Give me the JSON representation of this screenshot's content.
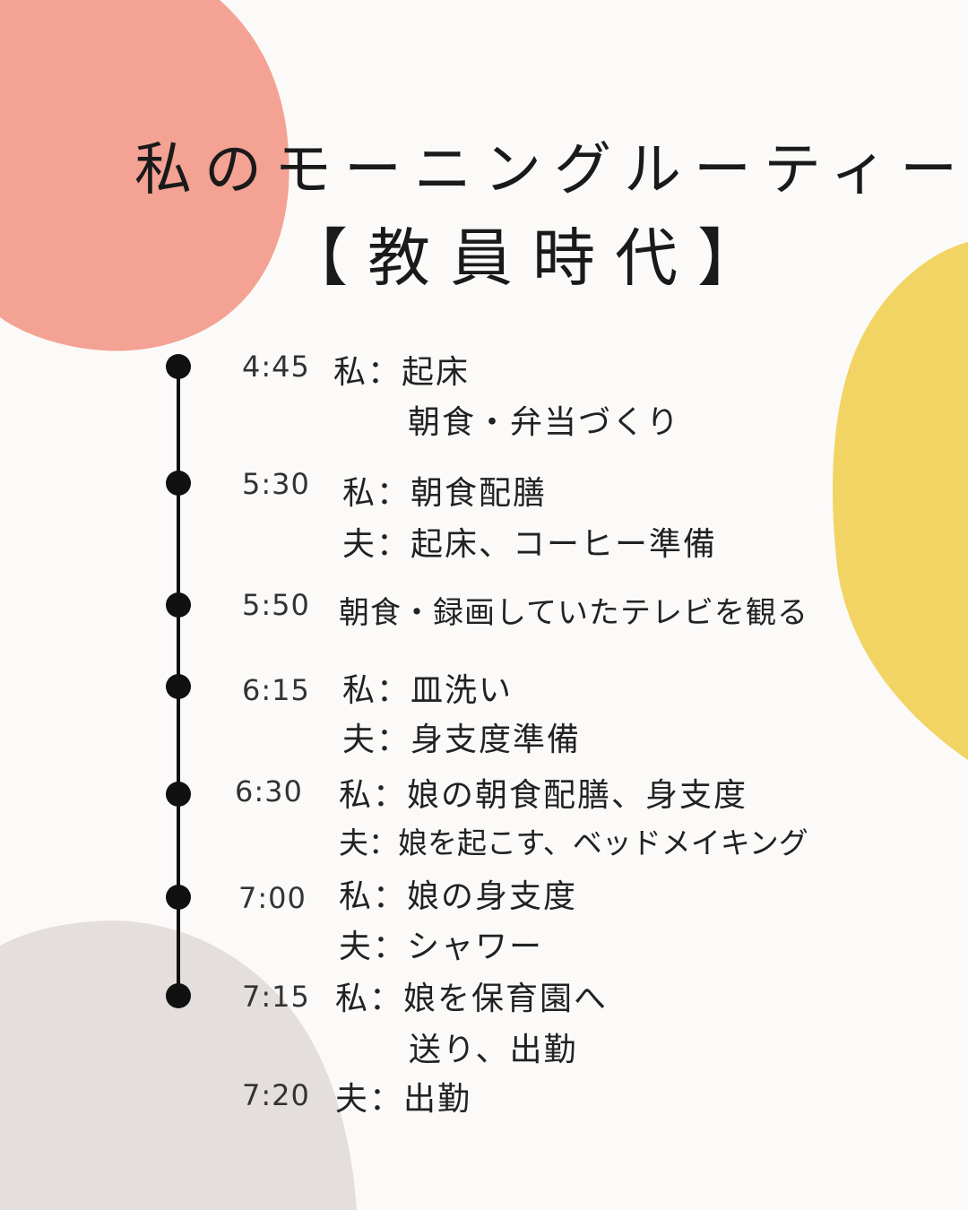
{
  "colors": {
    "background": "#fbfaf8",
    "coral_blob": "#f3a293",
    "yellow_blob": "#f1d463",
    "gray_blob": "#e4dedd",
    "timeline": "#111111"
  },
  "title": "私のモーニングルーティーン",
  "subtitle": "【教員時代】",
  "schedule": [
    {
      "time": "4:45",
      "lines": [
        "私：起床",
        "朝食・弁当づくり"
      ]
    },
    {
      "time": "5:30",
      "lines": [
        "私：朝食配膳",
        "夫：起床、コーヒー準備"
      ]
    },
    {
      "time": "5:50",
      "lines": [
        "朝食・録画していたテレビを観る"
      ]
    },
    {
      "time": "6:15",
      "lines": [
        "私：皿洗い",
        "夫：身支度準備"
      ]
    },
    {
      "time": "6:30",
      "lines": [
        "私：娘の朝食配膳、身支度",
        "夫：娘を起こす、ベッドメイキング"
      ]
    },
    {
      "time": "7:00",
      "lines": [
        "私：娘の身支度",
        "夫：シャワー"
      ]
    },
    {
      "time": "7:15",
      "lines": [
        "私：娘を保育園へ",
        "送り、出勤"
      ]
    },
    {
      "time": "7:20",
      "lines": [
        "夫：出勤"
      ]
    }
  ]
}
